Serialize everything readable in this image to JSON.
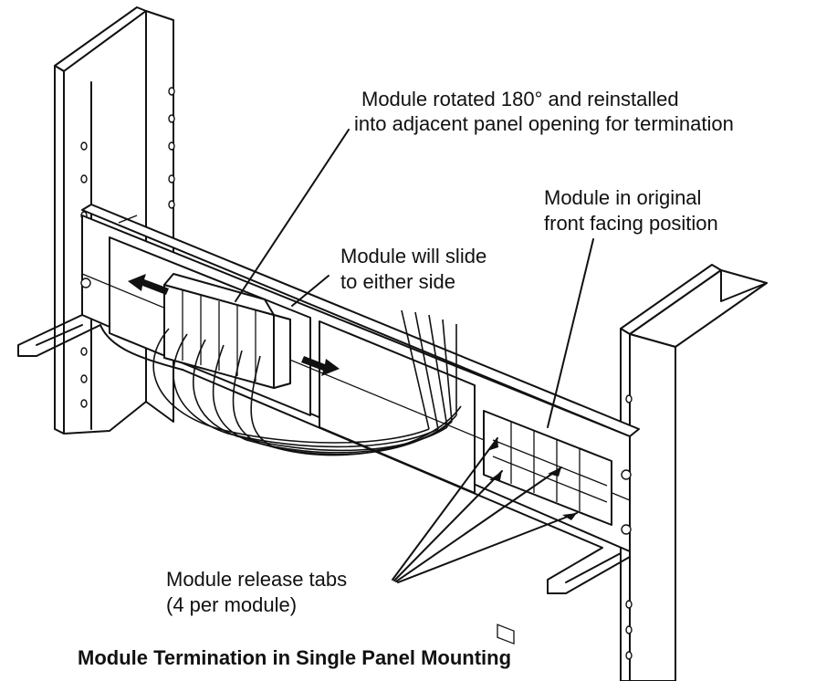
{
  "labels": {
    "rotated_line1": "Module rotated 180° and reinstalled",
    "rotated_line2": "into adjacent panel opening for termination",
    "original_line1": "Module in original",
    "original_line2": "front facing position",
    "slide_line1": "Module will slide",
    "slide_line2": "to either side",
    "tabs_line1": "Module release tabs",
    "tabs_line2": "(4 per module)"
  },
  "caption": "Module Termination in Single Panel Mounting"
}
